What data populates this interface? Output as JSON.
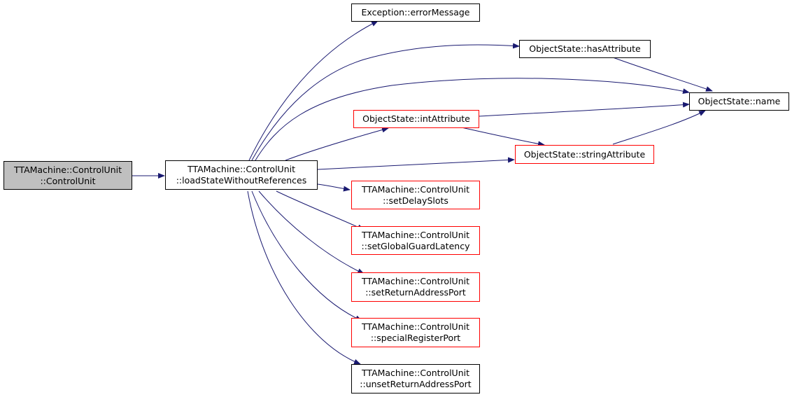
{
  "diagram": {
    "edge_color": "#191970",
    "nodes": {
      "root": {
        "lines": [
          "TTAMachine::ControlUnit",
          "::ControlUnit"
        ],
        "border": "root"
      },
      "loadState": {
        "lines": [
          "TTAMachine::ControlUnit",
          "::loadStateWithoutReferences"
        ],
        "border": "black"
      },
      "errorMessage": {
        "lines": [
          "Exception::errorMessage"
        ],
        "border": "black"
      },
      "hasAttribute": {
        "lines": [
          "ObjectState::hasAttribute"
        ],
        "border": "black"
      },
      "name": {
        "lines": [
          "ObjectState::name"
        ],
        "border": "black"
      },
      "intAttribute": {
        "lines": [
          "ObjectState::intAttribute"
        ],
        "border": "red"
      },
      "stringAttribute": {
        "lines": [
          "ObjectState::stringAttribute"
        ],
        "border": "red"
      },
      "setDelaySlots": {
        "lines": [
          "TTAMachine::ControlUnit",
          "::setDelaySlots"
        ],
        "border": "red"
      },
      "setGlobalGuardLatency": {
        "lines": [
          "TTAMachine::ControlUnit",
          "::setGlobalGuardLatency"
        ],
        "border": "red"
      },
      "setReturnAddressPort": {
        "lines": [
          "TTAMachine::ControlUnit",
          "::setReturnAddressPort"
        ],
        "border": "red"
      },
      "specialRegisterPort": {
        "lines": [
          "TTAMachine::ControlUnit",
          "::specialRegisterPort"
        ],
        "border": "red"
      },
      "unsetReturnAddressPort": {
        "lines": [
          "TTAMachine::ControlUnit",
          "::unsetReturnAddressPort"
        ],
        "border": "black"
      }
    },
    "edges": [
      [
        "root",
        "loadState"
      ],
      [
        "loadState",
        "errorMessage"
      ],
      [
        "loadState",
        "hasAttribute"
      ],
      [
        "loadState",
        "name"
      ],
      [
        "loadState",
        "intAttribute"
      ],
      [
        "loadState",
        "stringAttribute"
      ],
      [
        "loadState",
        "setDelaySlots"
      ],
      [
        "loadState",
        "setGlobalGuardLatency"
      ],
      [
        "loadState",
        "setReturnAddressPort"
      ],
      [
        "loadState",
        "specialRegisterPort"
      ],
      [
        "loadState",
        "unsetReturnAddressPort"
      ],
      [
        "hasAttribute",
        "name"
      ],
      [
        "intAttribute",
        "name"
      ],
      [
        "intAttribute",
        "stringAttribute"
      ],
      [
        "stringAttribute",
        "name"
      ]
    ]
  }
}
